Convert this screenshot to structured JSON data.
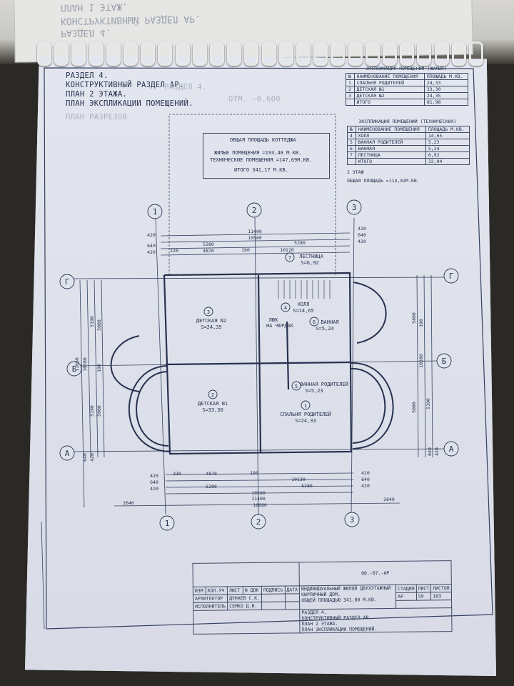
{
  "ghost_top": [
    "ПЛАН 1 ЭТАЖ.",
    "КОНСТРУКТИВНЫЙ РАЗДЕЛ АР.",
    "РАЗДЕЛ 4."
  ],
  "title": {
    "line1": "РАЗДЕЛ 4.",
    "line2": "КОНСТРУКТИВНЫЙ РАЗДЕЛ АР.",
    "line3": "ПЛАН 2 ЭТАЖА.",
    "line4": "ПЛАН ЭКСПЛИКАЦИИ ПОМЕЩЕНИЙ."
  },
  "ghost_page": [
    "РАЗДЕЛ 4.",
    "ПЛАН РАЗРЕЗОВ",
    "ОТМ. -0.600"
  ],
  "living": {
    "title": "ЭКСПЛИКАЦИЯ ПОМЕЩЕНИЙ (ЖИЛЫХ)",
    "headers": [
      "№",
      "НАИМЕНОВАНИЕ ПОМЕЩЕНИЯ",
      "ПЛОЩАДЬ М.КВ."
    ],
    "rows": [
      [
        "1",
        "СПАЛЬНЯ РОДИТЕЛЕЙ",
        "24,33"
      ],
      [
        "2",
        "ДЕТСКАЯ №1",
        "33,30"
      ],
      [
        "3",
        "ДЕТСКАЯ №2",
        "24,35"
      ],
      [
        "",
        "ИТОГО",
        "81,98"
      ]
    ]
  },
  "tech": {
    "title": "ЭКСПЛИКАЦИЯ ПОМЕЩЕНИЙ (ТЕХНИЧЕСКИХ)",
    "headers": [
      "№",
      "НАИМЕНОВАНИЕ ПОМЕЩЕНИЯ",
      "ПЛОЩАДЬ М.КВ."
    ],
    "rows": [
      [
        "4",
        "ХОЛЛ",
        "14,65"
      ],
      [
        "5",
        "ВАННАЯ РОДИТЕЛЕЙ",
        "5,23"
      ],
      [
        "6",
        "ВАННАЯ",
        "5,24"
      ],
      [
        "7",
        "ЛЕСТНИЦА",
        "6,92"
      ],
      [
        "",
        "ИТОГО",
        "32,04"
      ]
    ],
    "floor": "2 ЭТАЖ",
    "total": "ОБЩАЯ ПЛОЩАДЬ =114,02М.КВ."
  },
  "cottage": {
    "title": "ОБЩАЯ ПЛОЩАДЬ КОТТЕДЖА",
    "line1": "ЖИЛЫЕ ПОМЕЩЕНИЯ =193,48 М.КВ.",
    "line2": "ТЕХНИЧЕСКИЕ ПОМЕЩЕНИЯ =147,69М.КВ.",
    "line3": "ИТОГО  341,17 М.КВ."
  },
  "axes": {
    "a1": "1",
    "a2": "2",
    "a3": "3",
    "rG": "Г",
    "rB": "Б",
    "rA": "А"
  },
  "dims_top": {
    "d11400": "11400",
    "d10560": "10560",
    "d5280a": "5280",
    "d5280b": "5280",
    "d220": "220",
    "d4870": "4870",
    "d190": "190",
    "d10120": "10120",
    "l420a": "420",
    "l640a": "640",
    "l420b": "420",
    "r420a": "420",
    "r640a": "640",
    "r420b": "420"
  },
  "dims_bottom": {
    "d220": "220",
    "d4870": "4870",
    "d190": "190",
    "d10120": "10120",
    "d5280a": "5280",
    "d5280b": "5280",
    "d10560": "10560",
    "d11400": "11400",
    "d16680": "16680",
    "d2640a": "2640",
    "d2640b": "2640",
    "l420": "420",
    "l640": "640",
    "l420b": "420",
    "r420": "420",
    "r640": "640",
    "r420b": "420"
  },
  "dims_side": {
    "l11660": "11660",
    "l10380": "10380",
    "l5190a": "5190",
    "l5190b": "5190",
    "l5000a": "5000",
    "l5000b": "5000",
    "l190": "190",
    "r5800": "5800",
    "r10380": "10380",
    "r5190": "5190",
    "r5000": "5000",
    "r190": "190",
    "l640": "640",
    "l420": "420",
    "r640": "640",
    "r420": "420"
  },
  "rooms": {
    "r1_num": "1",
    "r1_name": "СПАЛЬНЯ РОДИТЕЛЕЙ",
    "r1_area": "S=24,33",
    "r2_num": "2",
    "r2_name": "ДЕТСКАЯ N1",
    "r2_area": "S=33,30",
    "r3_num": "3",
    "r3_name": "ДЕТСКАЯ N2",
    "r3_area": "S=24,35",
    "r4_num": "4",
    "r4_name": "ХОЛЛ",
    "r4_area": "S=14,65",
    "r5_num": "5",
    "r5_name": "ВАННАЯ РОДИТЕЛЕЙ",
    "r5_area": "S=5,23",
    "r6_num": "6",
    "r6_name": "ВАННАЯ",
    "r6_area": "S=5,24",
    "r7_num": "7",
    "r7_name": "ЛЕСТНИЦА",
    "r7_area": "S=6,92",
    "hatch1": "ЛЮК",
    "hatch2": "НА ЧЕРДАК"
  },
  "stamp": {
    "code": "00.-07.-АР",
    "col_headers": [
      "ИЗМ",
      "КОЛ.УЧ",
      "ЛИСТ",
      "N ДОК",
      "ПОДПИСЬ",
      "ДАТА"
    ],
    "architect_role": "АРХИТЕКТОР",
    "architect_name": "ДУНАЕВ С.К.",
    "executor_role": "ИСПОЛНИТЕЛЬ",
    "executor_name": "СЕМКО Д.В.",
    "project1": "ИНДИВИДУАЛЬНЫЙ ЖИЛОЙ ДВУХЭТАЖНЫЙ",
    "project2": "КИРПИЧНЫЙ ДОМ,",
    "project3": "ОБЩЕЙ ПЛОЩАДЬЮ 341,00 М.КВ.",
    "stage_label": "СТАДИЯ",
    "sheet_label": "ЛИСТ",
    "sheets_label": "ЛИСТОВ",
    "stage": "АР",
    "sheet": "59",
    "sheets": "103",
    "sub1": "РАЗДЕЛ 4.",
    "sub2": "КОНСТРУКТИВНЫЙ РАЗДЕЛ АР.",
    "sub3": "ПЛАН 2 ЭТАЖА.",
    "sub4": "ПЛАН ЭКСПЛИКАЦИИ ПОМЕЩЕНИЙ."
  },
  "colors": {
    "ink": "#283250",
    "paper": "#dfe3ec",
    "background": "#2b2925"
  }
}
